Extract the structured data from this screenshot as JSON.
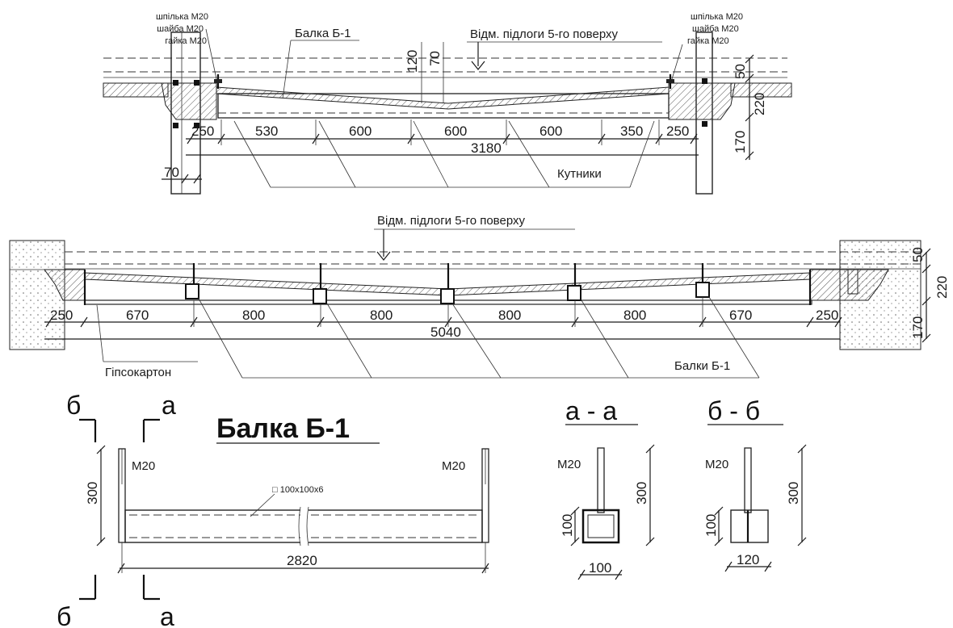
{
  "top_view": {
    "bolt_left": [
      "шпілька М20",
      "шайба М20",
      "гайка М20"
    ],
    "bolt_right": [
      "шпілька М20",
      "шайба М20",
      "гайка М20"
    ],
    "beam_label": "Балка Б-1",
    "floor_level": "Відм. підлоги 5-го поверху",
    "dim_120": "120",
    "dim_70": "70",
    "spans": [
      "250",
      "530",
      "600",
      "600",
      "600",
      "350",
      "250"
    ],
    "total": "3180",
    "wall": "70",
    "right_dims": [
      "50",
      "220",
      "170"
    ],
    "angles_label": "Кутники"
  },
  "middle_view": {
    "floor_level": "Відм. підлоги 5-го поверху",
    "spans": [
      "250",
      "670",
      "800",
      "800",
      "800",
      "800",
      "670",
      "250"
    ],
    "total": "5040",
    "right_dims": [
      "50",
      "220",
      "170"
    ],
    "drywall_label": "Гіпсокартон",
    "beams_label": "Балки Б-1"
  },
  "beam_detail": {
    "title": "Балка Б-1",
    "cut_b": "б",
    "cut_a": "а",
    "bolt_left": "М20",
    "bolt_right": "М20",
    "profile": "□ 100x100x6",
    "height": "300",
    "length": "2820"
  },
  "section_aa": {
    "title": "а - а",
    "bolt": "М20",
    "h_total": "300",
    "h_box": "100",
    "w_box": "100"
  },
  "section_bb": {
    "title": "б - б",
    "bolt": "М20",
    "h_total": "300",
    "h_box": "100",
    "w_box": "120"
  }
}
